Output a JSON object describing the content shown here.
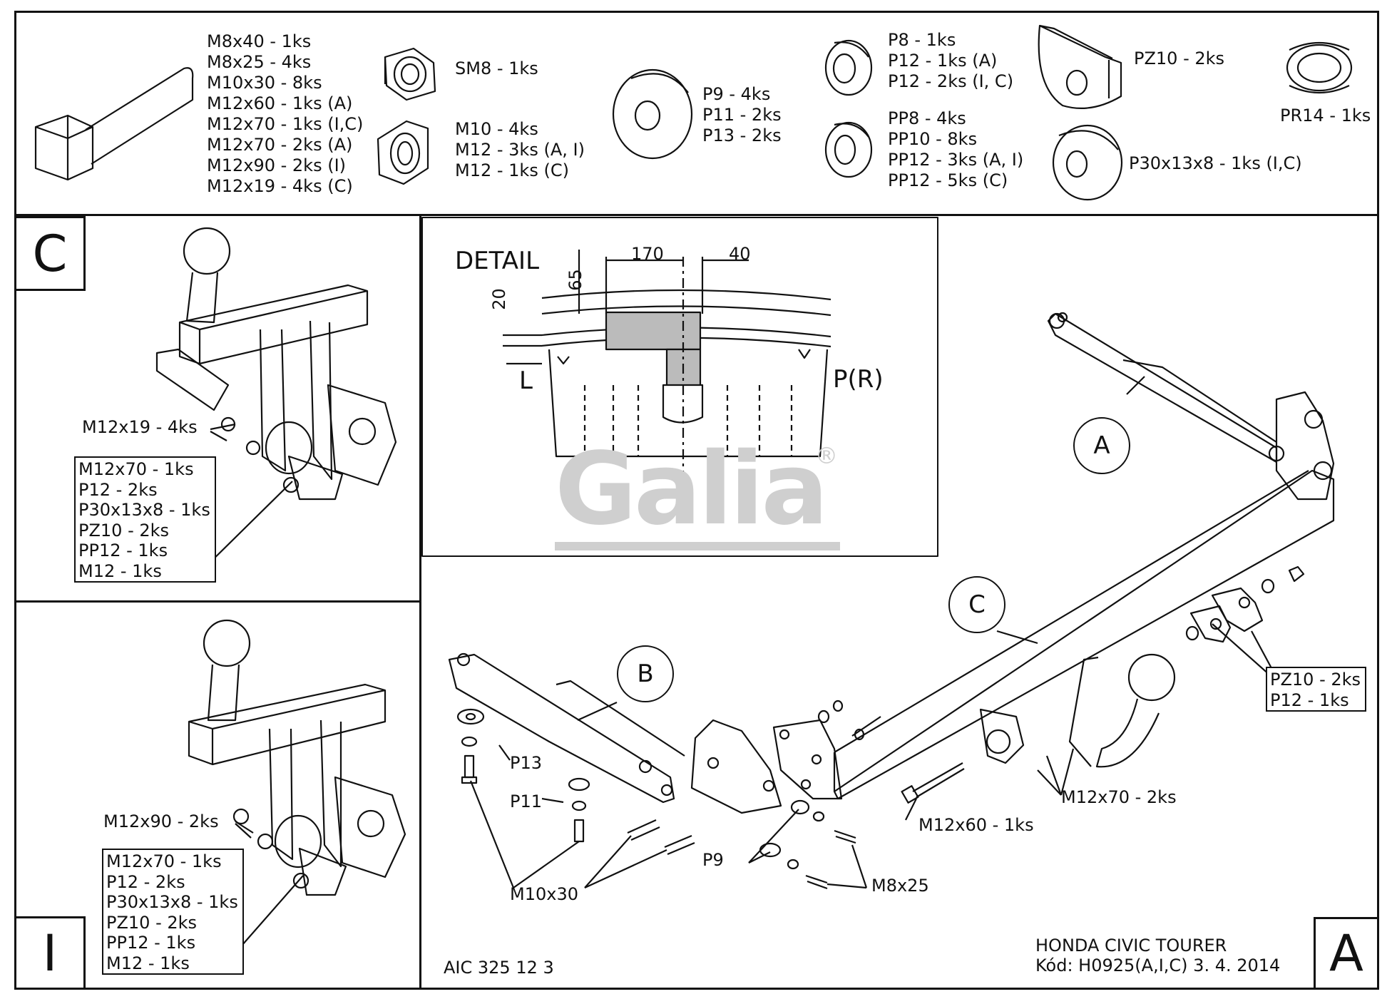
{
  "parts": {
    "bolts": [
      "M8x40 - 1ks",
      "M8x25 - 4ks",
      "M10x30 - 8ks",
      "M12x60 - 1ks (A)",
      "M12x70 - 1ks (I,C)",
      "M12x70 - 2ks (A)",
      "M12x90 - 2ks (I)",
      "M12x19 - 4ks (C)"
    ],
    "sm8": "SM8 - 1ks",
    "nuts": [
      "M10 - 4ks",
      "M12 - 3ks (A, I)",
      "M12 - 1ks (C)"
    ],
    "p_washers": [
      "P9 - 4ks",
      "P11 - 2ks",
      "P13 - 2ks"
    ],
    "p_flat": [
      "P8 - 1ks",
      "P12 - 1ks (A)",
      "P12 - 2ks (I, C)"
    ],
    "pp_washers": [
      "PP8 - 4ks",
      "PP10 - 8ks",
      "PP12 - 3ks (A, I)",
      "PP12 - 5ks (C)"
    ],
    "pz10": "PZ10 - 2ks",
    "pr14": "PR14 - 1ks",
    "p30": "P30x13x8 - 1ks (I,C)"
  },
  "panel_c": {
    "letter": "C",
    "m12x19": "M12x19 - 4ks",
    "list": [
      "M12x70 - 1ks",
      "P12 - 2ks",
      "P30x13x8 - 1ks",
      "PZ10 - 2ks",
      "PP12 - 1ks",
      "M12 - 1ks"
    ]
  },
  "panel_i": {
    "letter": "I",
    "m12x90": "M12x90 - 2ks",
    "list": [
      "M12x70 - 1ks",
      "P12 - 2ks",
      "P30x13x8 - 1ks",
      "PZ10 - 2ks",
      "PP12 - 1ks",
      "M12 - 1ks"
    ]
  },
  "detail": {
    "title": "DETAIL",
    "dim_170": "170",
    "dim_40": "40",
    "dim_65": "65",
    "dim_20": "20",
    "left": "L",
    "right": "P(R)"
  },
  "watermark": {
    "text": "Galia",
    "reg": "®"
  },
  "main": {
    "letter": "A",
    "callout_a": "A",
    "callout_b": "B",
    "callout_c": "C",
    "pz10_list": [
      "PZ10 - 2ks",
      "P12 - 1ks"
    ],
    "m12x70": "M12x70 - 2ks",
    "m12x60": "M12x60 - 1ks",
    "p13": "P13",
    "p11": "P11",
    "p9": "P9",
    "m10x30": "M10x30",
    "m8x25": "M8x25",
    "code": "AIC 325 12 3",
    "vehicle": "HONDA CIVIC TOURER",
    "kod": "Kód: H0925(A,I,C)  3. 4. 2014"
  }
}
